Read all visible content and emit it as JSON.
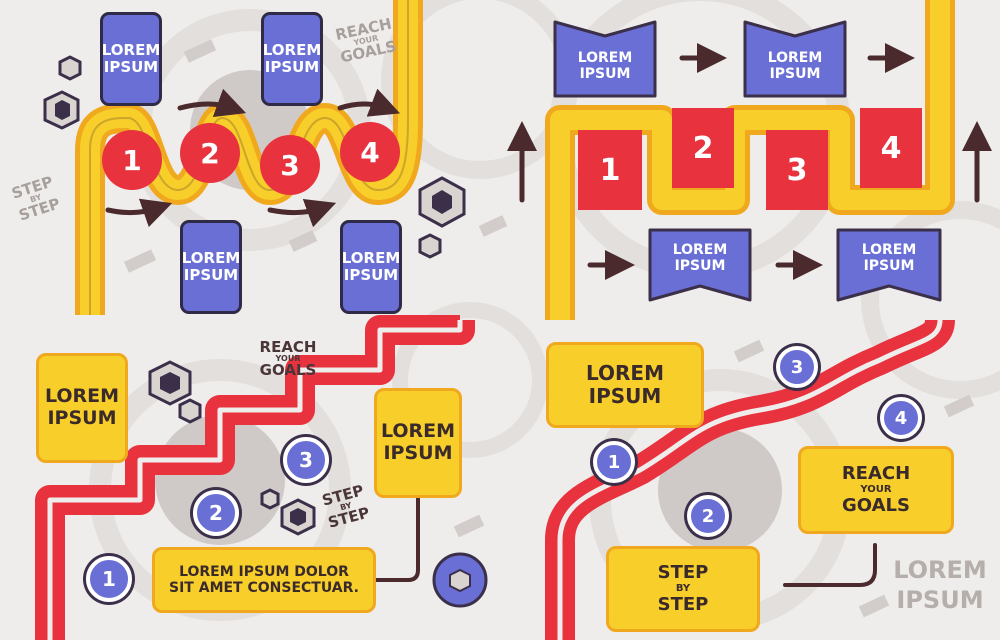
{
  "quadrant_tl": {
    "cards_top": [
      "LOREM IPSUM",
      "LOREM IPSUM"
    ],
    "cards_bottom": [
      "LOREM IPSUM",
      "LOREM IPSUM"
    ],
    "steps": [
      "1",
      "2",
      "3",
      "4"
    ],
    "reach": {
      "line1": "REACH",
      "line2": "YOUR",
      "line3": "GOALS"
    },
    "step": {
      "line1": "STEP",
      "line2": "BY",
      "line3": "STEP"
    }
  },
  "quadrant_tr": {
    "bows_top": [
      "LOREM IPSUM",
      "LOREM IPSUM"
    ],
    "bows_bottom": [
      "LOREM IPSUM",
      "LOREM IPSUM"
    ],
    "steps": [
      "1",
      "2",
      "3",
      "4"
    ]
  },
  "quadrant_bl": {
    "card_left": "LOREM IPSUM",
    "card_right": "LOREM IPSUM",
    "banner": {
      "line1": "LOREM IPSUM DOLOR",
      "line2": "SIT AMET CONSECTUAR."
    },
    "steps": [
      "1",
      "2",
      "3"
    ],
    "reach": {
      "line1": "REACH",
      "line2": "YOUR",
      "line3": "GOALS"
    },
    "step": {
      "line1": "STEP",
      "line2": "BY",
      "line3": "STEP"
    }
  },
  "quadrant_br": {
    "card_top": "LOREM IPSUM",
    "reach_card": {
      "line1": "REACH",
      "line2": "YOUR",
      "line3": "GOALS"
    },
    "step_card": {
      "line1": "STEP",
      "line2": "BY",
      "line3": "STEP"
    },
    "steps": [
      "1",
      "2",
      "3",
      "4"
    ],
    "watermark": {
      "line1": "LOREM",
      "line2": "IPSUM"
    }
  },
  "colors": {
    "background": "#efedeb",
    "yellow": "#f7ce2a",
    "yellow_border": "#f0a91e",
    "red": "#e8333f",
    "blue": "#6a6fd6",
    "dark": "#3b2f4a",
    "arrow": "#4a2a2c"
  }
}
